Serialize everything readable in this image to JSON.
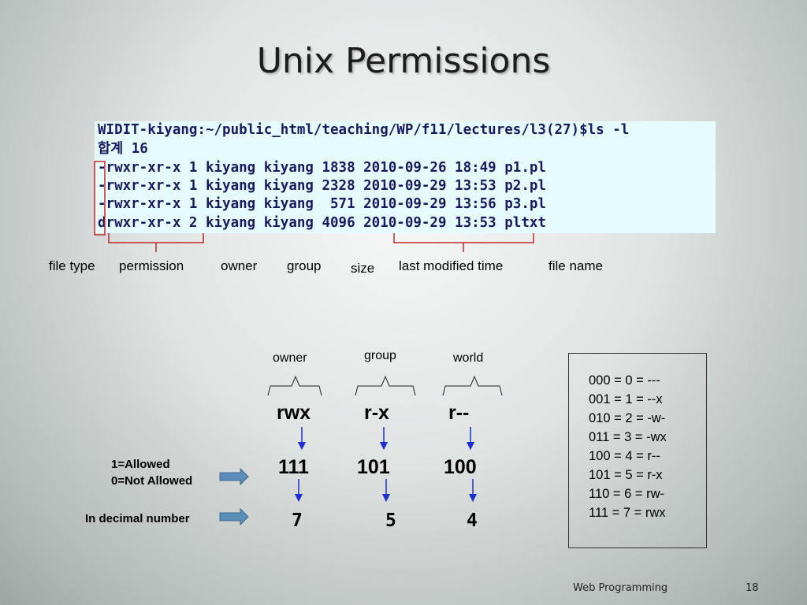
{
  "slide": {
    "title": "Unix Permissions",
    "footer_text": "Web Programming",
    "page_number": "18"
  },
  "terminal": {
    "lines": [
      "WIDIT-kiyang:~/public_html/teaching/WP/f11/lectures/l3(27)$ls -l",
      "합계 16",
      "-rwxr-xr-x 1 kiyang kiyang 1838 2010-09-26 18:49 p1.pl",
      "-rwxr-xr-x 1 kiyang kiyang 2328 2010-09-29 13:53 p2.pl",
      "-rwxr-xr-x 1 kiyang kiyang  571 2010-09-29 13:56 p3.pl",
      "drwxr-xr-x 2 kiyang kiyang 4096 2010-09-29 13:53 pltxt"
    ]
  },
  "field_labels": {
    "file_type": "file type",
    "permission": "permission",
    "owner": "owner",
    "group": "group",
    "size": "size",
    "last_modified": "last modified time",
    "file_name": "file name"
  },
  "breakdown": {
    "headers": [
      "owner",
      "group",
      "world"
    ],
    "permissions": [
      "rwx",
      "r-x",
      "r--"
    ],
    "binary": [
      "111",
      "101",
      "100"
    ],
    "decimal": [
      "7",
      "5",
      "4"
    ],
    "allowed_note": [
      "1=Allowed",
      "0=Not Allowed"
    ],
    "decimal_note": "In decimal number"
  },
  "legend": [
    "000 = 0 = ---",
    "001 = 1 = --x",
    "010 = 2 = -w-",
    "011 = 3 = -wx",
    "100 = 4 = r--",
    "101 = 5 = r-x",
    "110 = 6 = rw-",
    "111 = 7 = rwx"
  ],
  "colors": {
    "terminal_bg": "#e6fbfb",
    "terminal_text": "#1a1a60",
    "highlight_red": "#c0282c",
    "arrow_blue": "#1f2fd0",
    "block_arrow": "#5b8db8"
  }
}
